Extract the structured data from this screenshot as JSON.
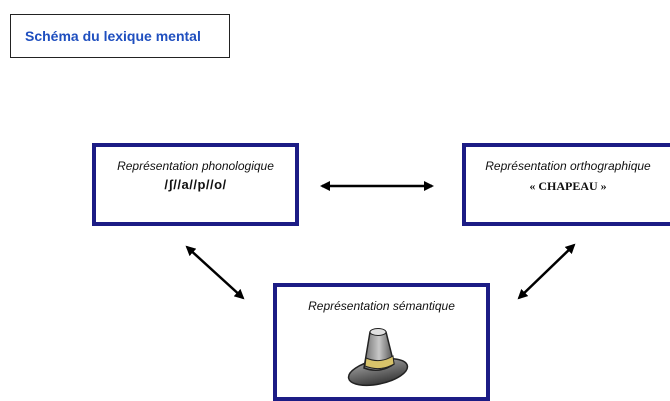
{
  "title": "Schéma du lexique mental",
  "nodes": {
    "phonological": {
      "label": "Représentation phonologique",
      "value": "/ʃ//a//p//o/"
    },
    "orthographic": {
      "label": "Représentation orthographique",
      "value": "« CHAPEAU »"
    },
    "semantic": {
      "label": "Représentation sémantique",
      "image": "hat-icon"
    }
  },
  "colors": {
    "border": "#1c1c85",
    "title": "#1f4fbf",
    "arrow": "#000000"
  }
}
